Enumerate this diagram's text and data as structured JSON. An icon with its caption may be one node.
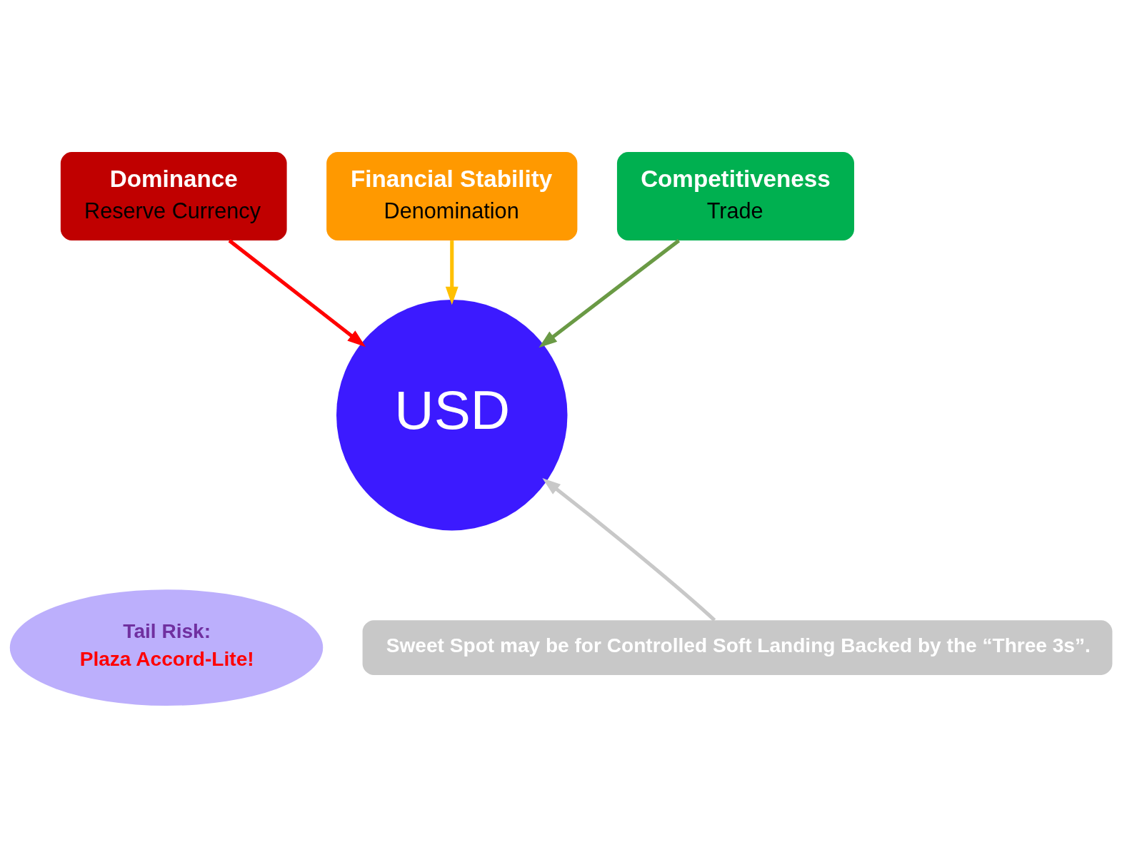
{
  "diagram": {
    "nodes": [
      {
        "text": [
          "Dominance",
          "Reserve Currency"
        ]
      },
      {
        "text": [
          "Financial Stability",
          "Denomination"
        ]
      },
      {
        "text": [
          "Competitiveness",
          "Trade"
        ]
      },
      {
        "text": [
          "USD"
        ]
      },
      {
        "text": [
          "Tail Risk:",
          "Plaza Accord-Lite!"
        ]
      },
      {
        "text": [
          "Sweet Spot may be for Controlled Soft Landing Backed by the “Three 3s”."
        ]
      }
    ],
    "edges": [
      {
        "from": 0,
        "to": 3,
        "arrow": "to",
        "color": "#ff0000"
      },
      {
        "from": 1,
        "to": 3,
        "arrow": "to",
        "color": "#ffc000"
      },
      {
        "from": 2,
        "to": 3,
        "arrow": "to",
        "color": "#6a9a45"
      },
      {
        "from": 5,
        "to": 3,
        "arrow": "to",
        "color": "#c8c8c8"
      }
    ]
  }
}
